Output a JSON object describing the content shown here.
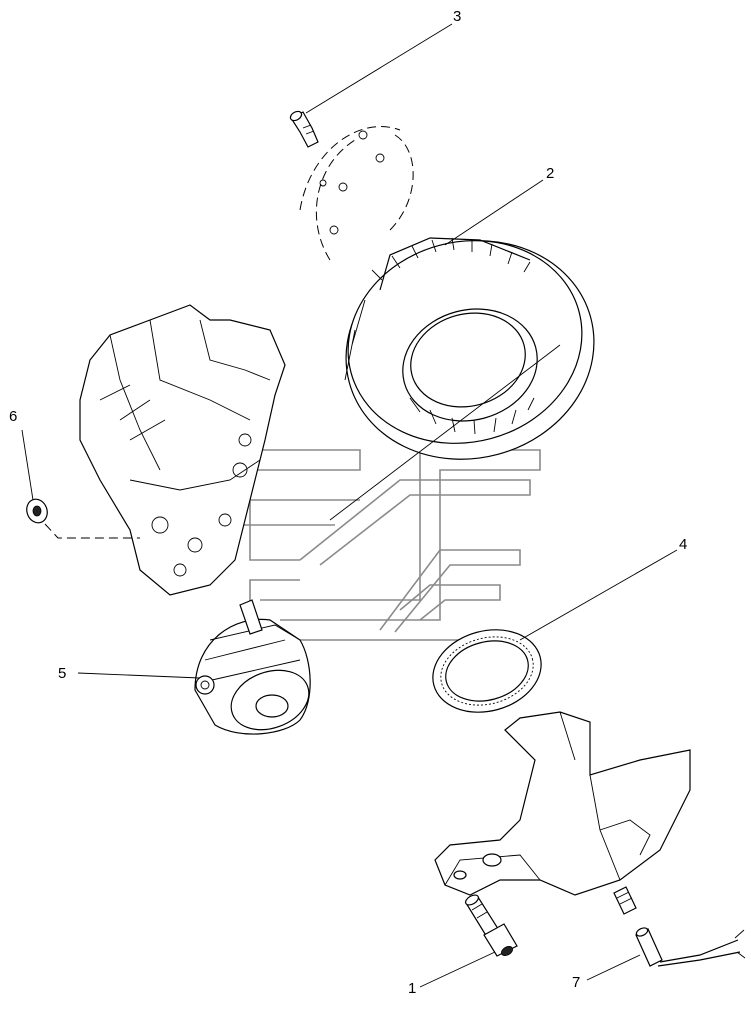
{
  "callouts": [
    {
      "id": "1",
      "label": "1"
    },
    {
      "id": "2",
      "label": "2"
    },
    {
      "id": "3",
      "label": "3"
    },
    {
      "id": "4",
      "label": "4"
    },
    {
      "id": "5",
      "label": "5"
    },
    {
      "id": "6",
      "label": "6"
    },
    {
      "id": "7",
      "label": "7"
    }
  ],
  "parts": [
    {
      "callout": "1",
      "icon": "bolt-icon"
    },
    {
      "callout": "2",
      "icon": "brake-disc-icon"
    },
    {
      "callout": "3",
      "icon": "wheel-stud-icon"
    },
    {
      "callout": "4",
      "icon": "abs-tone-ring-icon"
    },
    {
      "callout": "5",
      "icon": "brake-chamber-icon"
    },
    {
      "callout": "6",
      "icon": "nut-icon"
    },
    {
      "callout": "7",
      "icon": "abs-sensor-icon"
    }
  ],
  "colors": {
    "line": "#000000",
    "watermark": "#8a8a8a",
    "background": "#ffffff"
  }
}
